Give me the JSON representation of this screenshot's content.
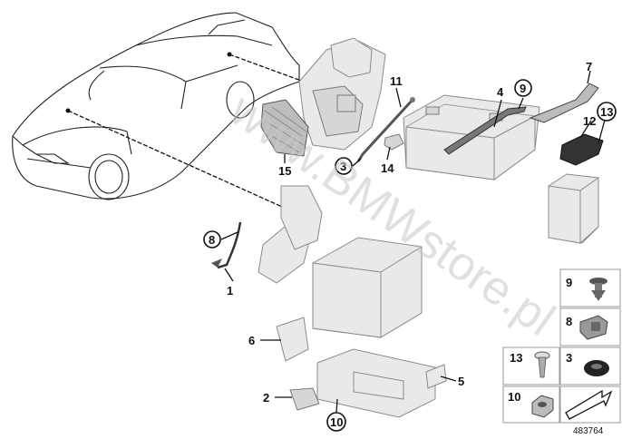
{
  "watermark": "www.BMWstore.pl",
  "reference_number": "483764",
  "callouts": [
    "1",
    "2",
    "3",
    "4",
    "5",
    "6",
    "7",
    "8",
    "9",
    "10",
    "11",
    "12",
    "13",
    "14",
    "15"
  ],
  "key_panel": {
    "items": [
      "9",
      "8",
      "13",
      "3",
      "10"
    ]
  }
}
